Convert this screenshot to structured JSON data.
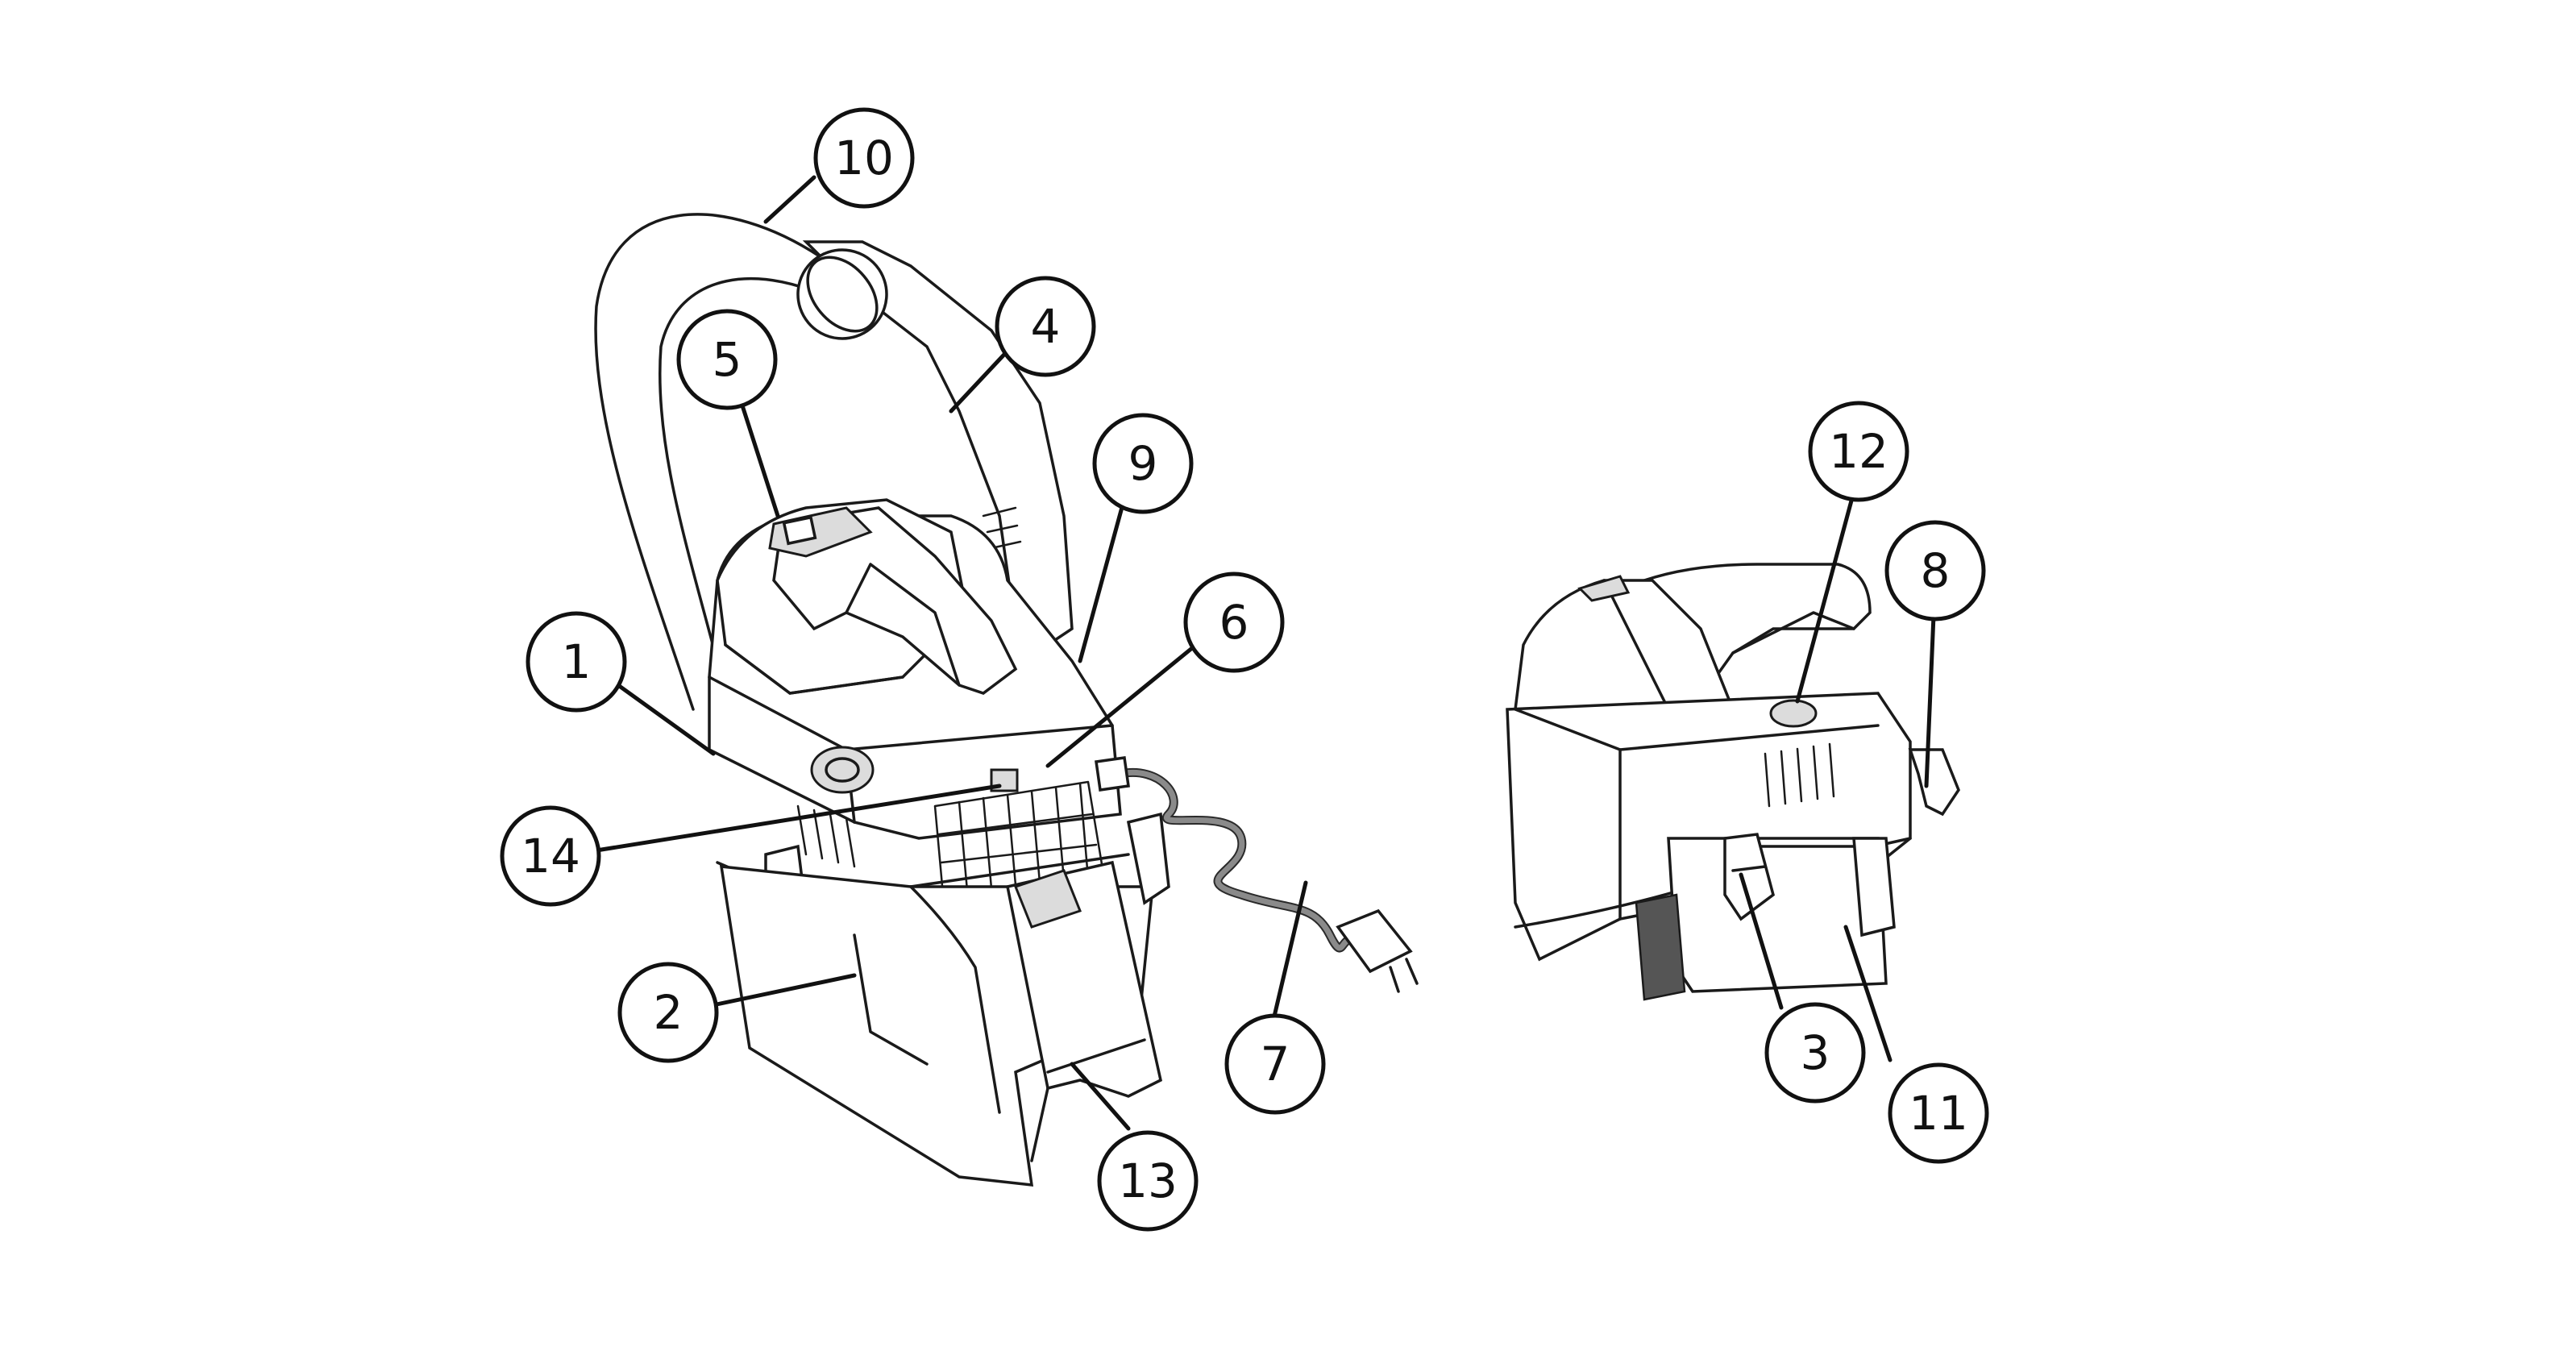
{
  "callouts": [
    {
      "id": "c10",
      "label": "10",
      "part": "hose"
    },
    {
      "id": "c4",
      "label": "4",
      "part": "hose-cuff"
    },
    {
      "id": "c5",
      "label": "5",
      "part": "power-switch"
    },
    {
      "id": "c9",
      "label": "9",
      "part": "hose-inlet"
    },
    {
      "id": "c6",
      "label": "6",
      "part": "exhaust-vent"
    },
    {
      "id": "c1",
      "label": "1",
      "part": "motor-head"
    },
    {
      "id": "c14",
      "label": "14",
      "part": "indicator"
    },
    {
      "id": "c2",
      "label": "2",
      "part": "collection-tank"
    },
    {
      "id": "c13",
      "label": "13",
      "part": "accessory-holder"
    },
    {
      "id": "c7",
      "label": "7",
      "part": "power-cord"
    },
    {
      "id": "c12",
      "label": "12",
      "part": "float-valve"
    },
    {
      "id": "c8",
      "label": "8",
      "part": "cord-hook"
    },
    {
      "id": "c3",
      "label": "3",
      "part": "latch"
    },
    {
      "id": "c11",
      "label": "11",
      "part": "filter"
    }
  ]
}
